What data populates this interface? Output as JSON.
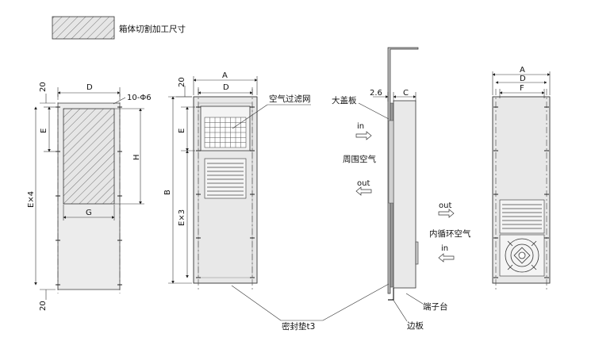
{
  "legend": {
    "label": "箱体切割加工尺寸"
  },
  "dims": {
    "d": "D",
    "e": "E",
    "h": "H",
    "g": "G",
    "a": "A",
    "b": "B",
    "c": "C",
    "f": "F",
    "hole_spec": "10-Φ6",
    "ex4": "E×4",
    "ex3": "E×3",
    "twenty": "20",
    "thickness": "2.6"
  },
  "callouts": {
    "filter": "空气过滤网",
    "cover": "大盖板",
    "ambient_air": "周围空气",
    "internal_air": "内循环空气",
    "gasket": "密封垫t3",
    "terminal": "端子台",
    "side_plate": "边板"
  },
  "flow": {
    "in": "in",
    "out": "out"
  }
}
